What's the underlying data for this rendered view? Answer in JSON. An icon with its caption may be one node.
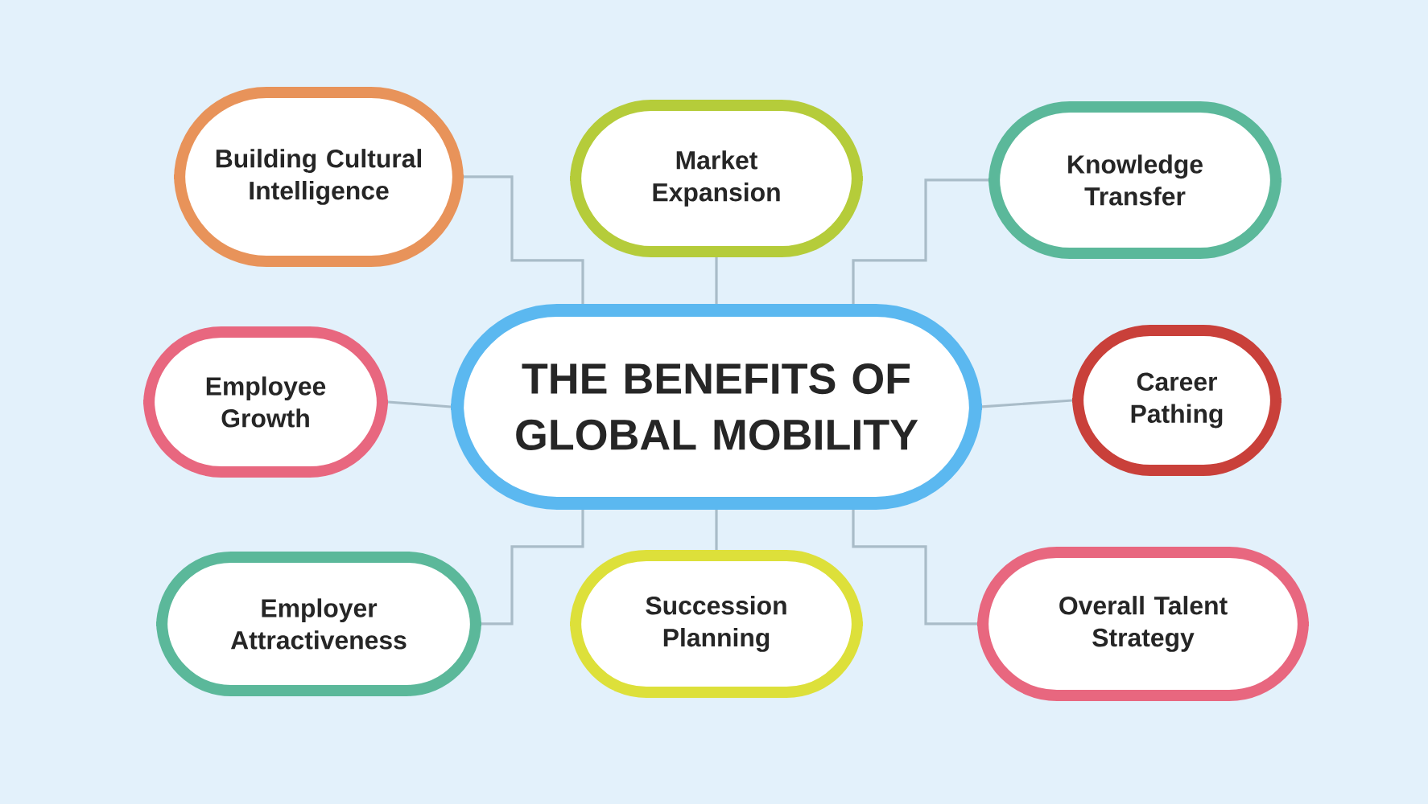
{
  "diagram": {
    "nodes": [
      {
        "text": [
          "THE BENEFITS OF GLOBAL MOBILITY"
        ]
      },
      {
        "text": [
          "Building Cultural Intelligence"
        ]
      },
      {
        "text": [
          "Market Expansion"
        ]
      },
      {
        "text": [
          "Knowledge Transfer"
        ]
      },
      {
        "text": [
          "Employee Growth"
        ]
      },
      {
        "text": [
          "Career Pathing"
        ]
      },
      {
        "text": [
          "Employer Attractiveness"
        ]
      },
      {
        "text": [
          "Succession Planning"
        ]
      },
      {
        "text": [
          "Overall Talent Strategy"
        ]
      }
    ],
    "edges": [
      {
        "from": 0,
        "to": 1,
        "arrow": "none"
      },
      {
        "from": 0,
        "to": 2,
        "arrow": "none"
      },
      {
        "from": 0,
        "to": 3,
        "arrow": "none"
      },
      {
        "from": 0,
        "to": 4,
        "arrow": "none"
      },
      {
        "from": 0,
        "to": 5,
        "arrow": "none"
      },
      {
        "from": 0,
        "to": 6,
        "arrow": "none"
      },
      {
        "from": 0,
        "to": 7,
        "arrow": "none"
      },
      {
        "from": 0,
        "to": 8,
        "arrow": "none"
      }
    ]
  }
}
